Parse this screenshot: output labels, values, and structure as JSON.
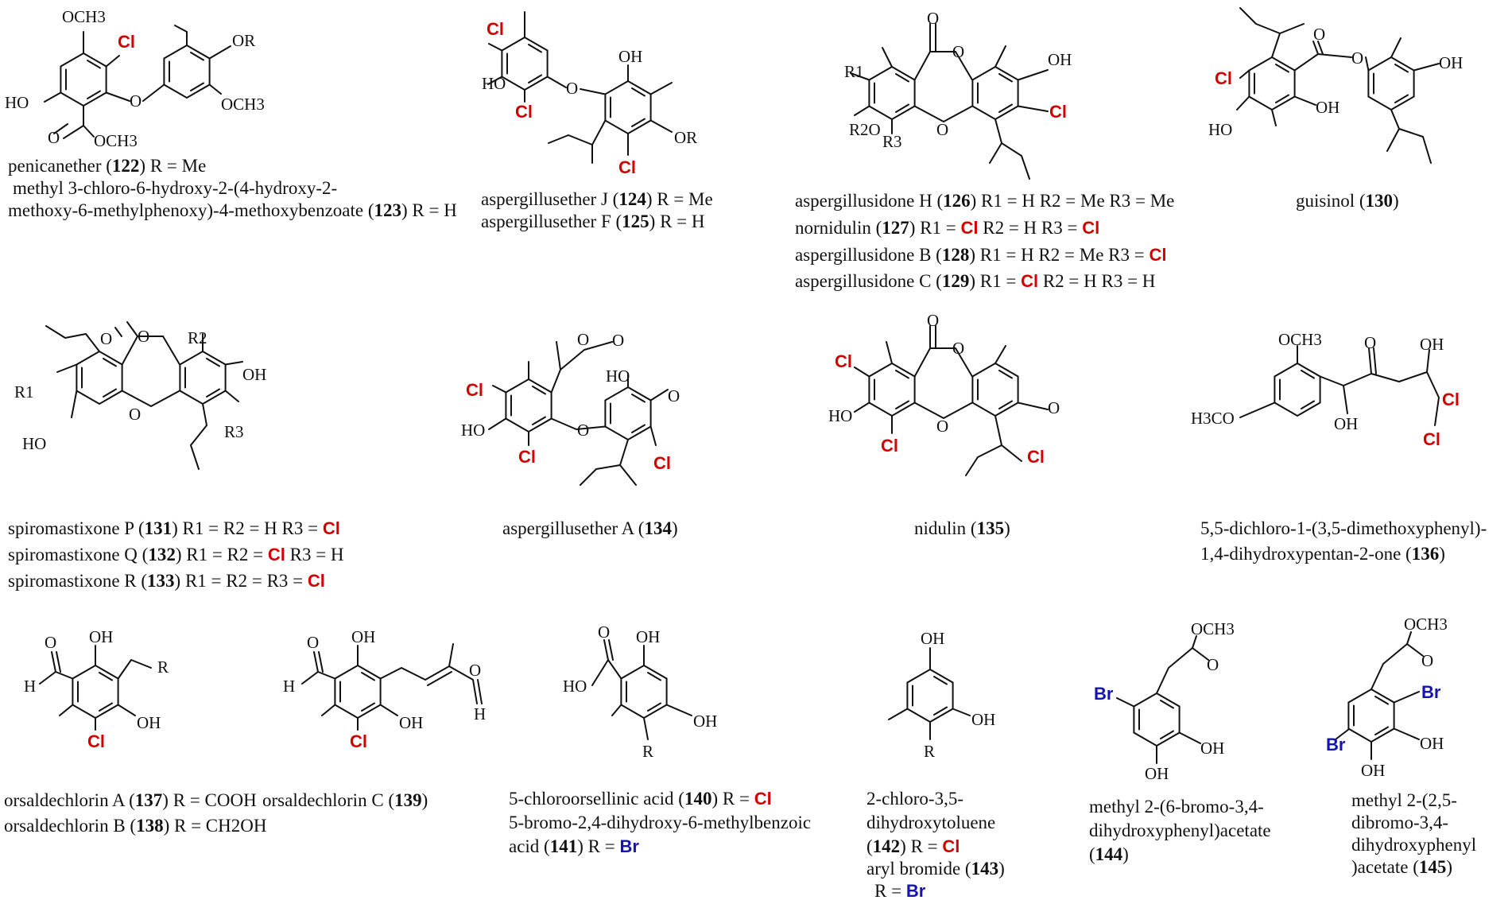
{
  "hal": {
    "cl": "Cl",
    "br": "Br"
  },
  "atoms": {
    "och3": "OCH3",
    "oh": "OH",
    "ho": "HO",
    "o": "O",
    "or": "OR",
    "h3co": "H3CO",
    "r": "R",
    "r1": "R1",
    "r2": "R2",
    "r3": "R3",
    "r2o": "R2O",
    "h": "H",
    "hoh": "H"
  },
  "captions": {
    "c122": {
      "name": "penicanether (",
      "num": "122",
      "rest": ") R = Me"
    },
    "c123_line1": "methyl 3-chloro-6-hydroxy-2-(4-hydroxy-2-",
    "c123_line2a": "methoxy-6-methylphenoxy)-4-methoxybenzoate (",
    "c123_num": "123",
    "c123_rest": ") R = H",
    "c124": {
      "name": "aspergillusether J (",
      "num": "124",
      "rest": ") R = Me"
    },
    "c125": {
      "name": "aspergillusether F (",
      "num": "125",
      "rest": ") R = H"
    },
    "c126": {
      "name": "aspergillusidone H (",
      "num": "126",
      "rest": ") R1 = H  R2 = Me  R3 = Me"
    },
    "c127": {
      "name": "nornidulin (",
      "num": "127",
      "a": ") R1 = ",
      "b": "  R2 = H  R3 = "
    },
    "c128": {
      "name": "aspergillusidone B (",
      "num": "128",
      "a": ") R1 = H  R2 = Me  R3 = "
    },
    "c129": {
      "name": "aspergillusidone C (",
      "num": "129",
      "a": ") R1 = ",
      "b": "  R2 = H  R3 = H"
    },
    "c130": {
      "name": "guisinol (",
      "num": "130",
      "rest": ")"
    },
    "c131": {
      "name": "spiromastixone P (",
      "num": "131",
      "a": ") R1 = R2 = H  R3 = "
    },
    "c132": {
      "name": "spiromastixone Q (",
      "num": "132",
      "a": ") R1 = R2 = ",
      "b": "  R3 = H"
    },
    "c133": {
      "name": "spiromastixone R (",
      "num": "133",
      "a": ") R1 = R2 = R3 = "
    },
    "c134": {
      "name": "aspergillusether A (",
      "num": "134",
      "rest": ")"
    },
    "c135": {
      "name": "nidulin (",
      "num": "135",
      "rest": ")"
    },
    "c136_line1": "5,5-dichloro-1-(3,5-dimethoxyphenyl)-",
    "c136_line2": "1,4-dihydroxypentan-2-one (",
    "c136_num": "136",
    "c136_rest": ")",
    "c137": {
      "name": "orsaldechlorin A (",
      "num": "137",
      "rest": ") R = COOH"
    },
    "c138": {
      "name": "orsaldechlorin B (",
      "num": "138",
      "rest": ") R = CH2OH"
    },
    "c139": {
      "name": "orsaldechlorin C (",
      "num": "139",
      "rest": ")"
    },
    "c140": {
      "name": "5-chloroorsellinic acid (",
      "num": "140",
      "a": ") R = "
    },
    "c141_line1": "5-bromo-2,4-dihydroxy-6-methylbenzoic",
    "c141_line2": "acid (",
    "c141_num": "141",
    "c141_rest": ") R = ",
    "c142_line1": "2-chloro-3,5-",
    "c142_line2": "dihydroxytoluene",
    "c142_num": "142",
    "c142_rest": ") R = ",
    "c143_line1": "aryl bromide (",
    "c143_num": "143",
    "c143_rest": ")",
    "c143_line2": "R = ",
    "c144_line1": "methyl 2-(6-bromo-3,4-",
    "c144_line2": "dihydroxyphenyl)acetate",
    "c144_num": "144",
    "c145_line1": "methyl 2-(2,5-",
    "c145_line2": "dibromo-3,4-",
    "c145_line3": "dihydroxyphenyl",
    "c145_line4": ")acetate (",
    "c145_num": "145",
    "c145_rest": ")"
  }
}
